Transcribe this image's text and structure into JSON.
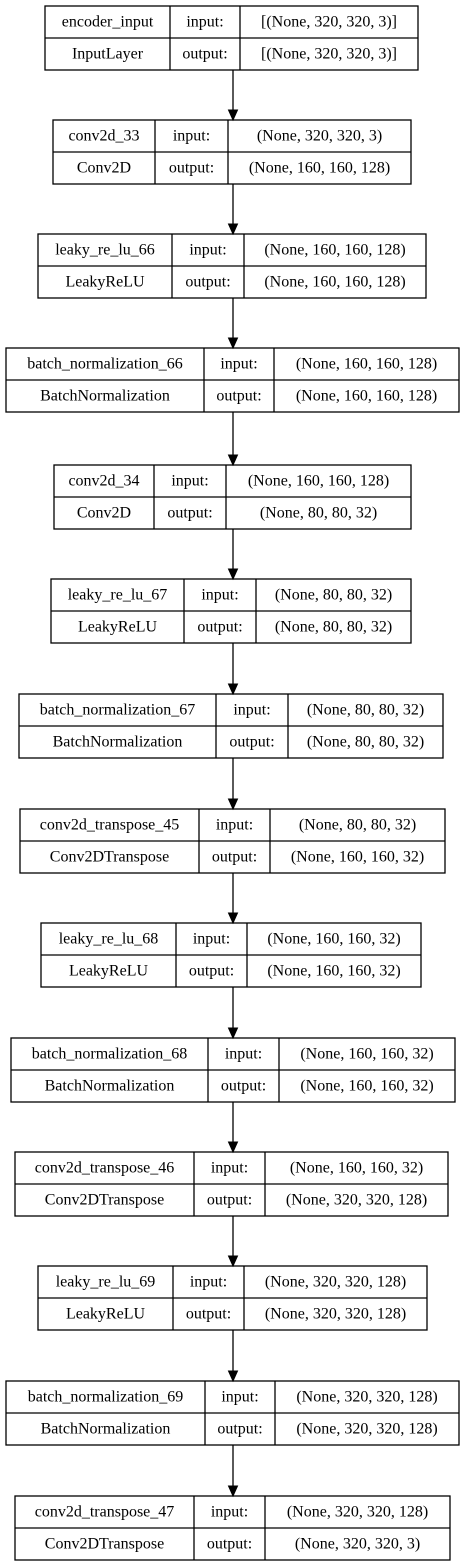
{
  "diagram": {
    "labels": {
      "input": "input:",
      "output": "output:"
    },
    "nodes": [
      {
        "name": "encoder_input",
        "type": "InputLayer",
        "input": "[(None, 320, 320, 3)]",
        "output": "[(None, 320, 320, 3)]"
      },
      {
        "name": "conv2d_33",
        "type": "Conv2D",
        "input": "(None, 320, 320, 3)",
        "output": "(None, 160, 160, 128)"
      },
      {
        "name": "leaky_re_lu_66",
        "type": "LeakyReLU",
        "input": "(None, 160, 160, 128)",
        "output": "(None, 160, 160, 128)"
      },
      {
        "name": "batch_normalization_66",
        "type": "BatchNormalization",
        "input": "(None, 160, 160, 128)",
        "output": "(None, 160, 160, 128)"
      },
      {
        "name": "conv2d_34",
        "type": "Conv2D",
        "input": "(None, 160, 160, 128)",
        "output": "(None, 80, 80, 32)"
      },
      {
        "name": "leaky_re_lu_67",
        "type": "LeakyReLU",
        "input": "(None, 80, 80, 32)",
        "output": "(None, 80, 80, 32)"
      },
      {
        "name": "batch_normalization_67",
        "type": "BatchNormalization",
        "input": "(None, 80, 80, 32)",
        "output": "(None, 80, 80, 32)"
      },
      {
        "name": "conv2d_transpose_45",
        "type": "Conv2DTranspose",
        "input": "(None, 80, 80, 32)",
        "output": "(None, 160, 160, 32)"
      },
      {
        "name": "leaky_re_lu_68",
        "type": "LeakyReLU",
        "input": "(None, 160, 160, 32)",
        "output": "(None, 160, 160, 32)"
      },
      {
        "name": "batch_normalization_68",
        "type": "BatchNormalization",
        "input": "(None, 160, 160, 32)",
        "output": "(None, 160, 160, 32)"
      },
      {
        "name": "conv2d_transpose_46",
        "type": "Conv2DTranspose",
        "input": "(None, 160, 160, 32)",
        "output": "(None, 320, 320, 128)"
      },
      {
        "name": "leaky_re_lu_69",
        "type": "LeakyReLU",
        "input": "(None, 320, 320, 128)",
        "output": "(None, 320, 320, 128)"
      },
      {
        "name": "batch_normalization_69",
        "type": "BatchNormalization",
        "input": "(None, 320, 320, 128)",
        "output": "(None, 320, 320, 128)"
      },
      {
        "name": "conv2d_transpose_47",
        "type": "Conv2DTranspose",
        "input": "(None, 320, 320, 128)",
        "output": "(None, 320, 320, 3)"
      }
    ]
  }
}
